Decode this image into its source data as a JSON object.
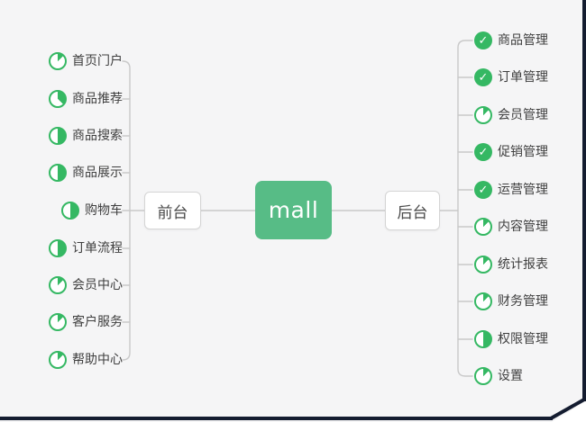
{
  "colors": {
    "background": "#f5f5f6",
    "progress_green": "#35b863",
    "root_node_green": "#57bc86",
    "connector_gray": "#c9c9c9",
    "edge_border_navy": "#141c30",
    "item_text": "#3f3f3f"
  },
  "mindmap": {
    "root": {
      "label": "mall"
    },
    "left_branch": {
      "label": "前台",
      "items": [
        {
          "label": "首页门户",
          "icon": "pie:0.125"
        },
        {
          "label": "商品推荐",
          "icon": "pie:0.375"
        },
        {
          "label": "商品搜索",
          "icon": "pie:0.5"
        },
        {
          "label": "商品展示",
          "icon": "pie:0.5"
        },
        {
          "label": "购物车",
          "icon": "pie:0.5"
        },
        {
          "label": "订单流程",
          "icon": "pie:0.5"
        },
        {
          "label": "会员中心",
          "icon": "pie:0.125"
        },
        {
          "label": "客户服务",
          "icon": "pie:0.125"
        },
        {
          "label": "帮助中心",
          "icon": "pie:0.125"
        }
      ]
    },
    "right_branch": {
      "label": "后台",
      "items": [
        {
          "label": "商品管理",
          "icon": "check"
        },
        {
          "label": "订单管理",
          "icon": "check"
        },
        {
          "label": "会员管理",
          "icon": "pie:0.125"
        },
        {
          "label": "促销管理",
          "icon": "check"
        },
        {
          "label": "运营管理",
          "icon": "check"
        },
        {
          "label": "内容管理",
          "icon": "pie:0.125"
        },
        {
          "label": "统计报表",
          "icon": "pie:0.125"
        },
        {
          "label": "财务管理",
          "icon": "pie:0.125"
        },
        {
          "label": "权限管理",
          "icon": "pie:0.5"
        },
        {
          "label": "设置",
          "icon": "pie:0.125"
        }
      ]
    },
    "check_glyph": "✓"
  }
}
